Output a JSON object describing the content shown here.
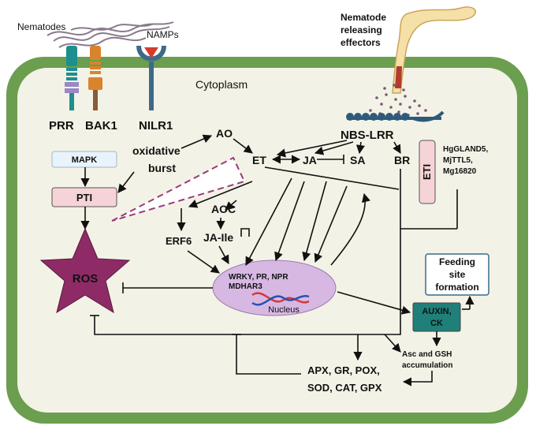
{
  "labels": {
    "nematodes": "Nematodes",
    "namps": "NAMPs",
    "nematode_effectors": [
      "Nematode",
      "releasing",
      "effectors"
    ],
    "cytoplasm": "Cytoplasm",
    "prr": "PRR",
    "bak1": "BAK1",
    "nilr1": "NILR1",
    "nbs_lrr": "NBS-LRR",
    "ao": "AO",
    "et": "ET",
    "ja": "JA",
    "sa": "SA",
    "br": "BR",
    "oxidative_burst": [
      "oxidative",
      "burst"
    ],
    "mapk": "MAPK",
    "pti": "PTI",
    "eti": "ETI",
    "effectors_list": [
      "HgGLAND5,",
      "MjTTL5,",
      "Mg16820"
    ],
    "aoc": "AOC",
    "ja_ile": "JA-Ile",
    "erf6": "ERF6",
    "ros": "ROS",
    "nucleus_genes": [
      "WRKY, PR, NPR",
      "MDHAR3"
    ],
    "nucleus": "Nucleus",
    "feeding_site": [
      "Feeding",
      "site",
      "formation"
    ],
    "auxin_ck": [
      "AUXIN,",
      "CK"
    ],
    "asc_gsh": [
      "Asc and GSH",
      "accumulation"
    ],
    "enzymes": [
      "APX, GR, POX,",
      "SOD, CAT, GPX"
    ]
  },
  "colors": {
    "cell_wall": "#6b9e4e",
    "cytoplasm": "#f3f2e6",
    "mapk_box": "#e9f3fb",
    "pti_box": "#f6d3d6",
    "ros_star": "#8e2b66",
    "nucleus": "#d7b8e3",
    "auxin_box": "#1f7f79",
    "feeding_box": "#ffffff",
    "receptor_teal": "#1d8f8f",
    "receptor_orange": "#d9842c",
    "receptor_blue": "#3e6a8a",
    "namps_red": "#d63a2b",
    "nematode_body": "#f5e0a8",
    "dna_red": "#d23a3a",
    "dna_blue": "#2b4fb0"
  }
}
